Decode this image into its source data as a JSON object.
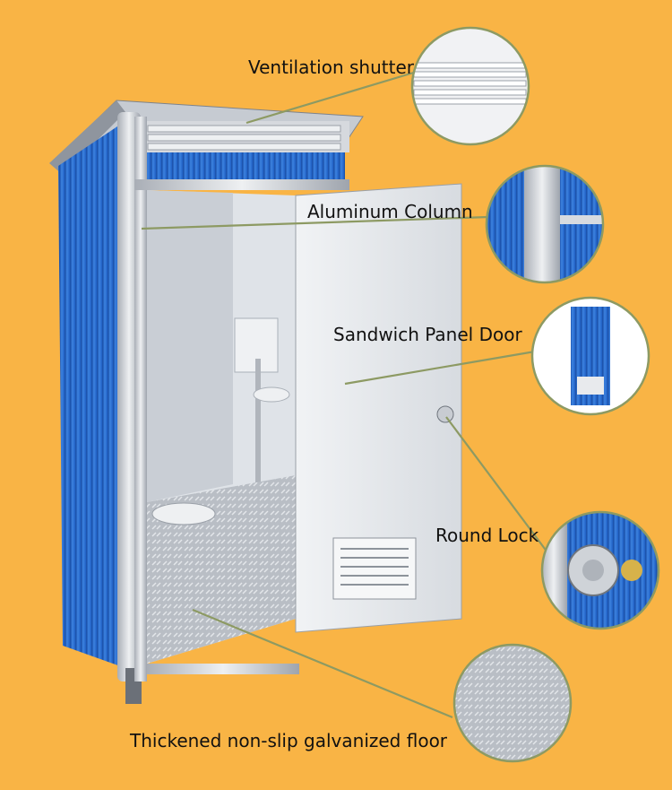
{
  "labels": {
    "ventilation_shutter": "Ventilation shutter",
    "aluminum_column": "Aluminum Column",
    "sandwich_panel_door": "Sandwich Panel Door",
    "round_lock": "Round Lock",
    "floor": "Thickened non-slip galvanized floor"
  },
  "colors": {
    "background": "#f9b445",
    "panel_blue": "#2f6fd0",
    "frame_silver": "#c9cdd3",
    "door_white": "#e7eaee",
    "leader_line": "#8d9a63"
  }
}
